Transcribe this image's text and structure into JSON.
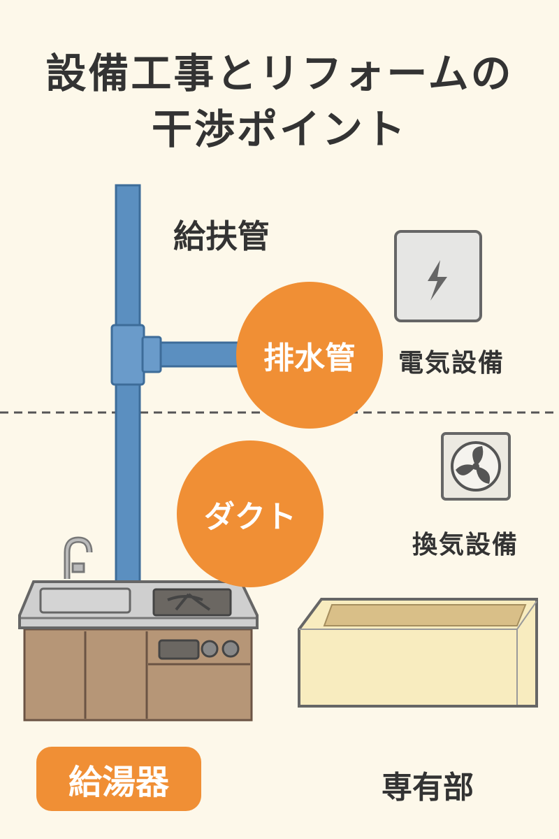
{
  "title": {
    "line1": "設備工事とリフォームの",
    "line2": "干渉ポイント"
  },
  "labels": {
    "supply_pipe": "給扶管",
    "drain_pipe": "排水管",
    "duct": "ダクト",
    "electrical": "電気設備",
    "ventilation": "換気設備",
    "water_heater": "給湯器",
    "private_area": "専有部"
  },
  "colors": {
    "accent": "#f08f35",
    "pipe": "#5b8fc0",
    "background": "#fdf8ea"
  }
}
